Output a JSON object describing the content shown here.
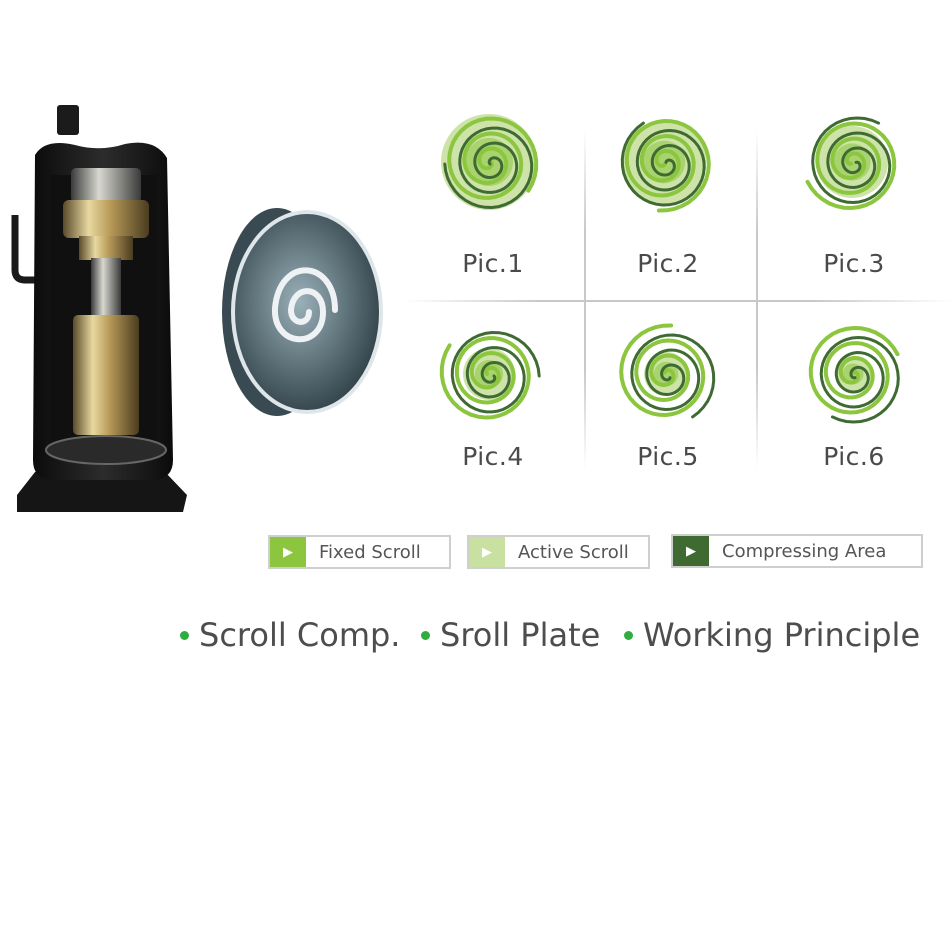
{
  "pics": [
    {
      "label": "Pic.1"
    },
    {
      "label": "Pic.2"
    },
    {
      "label": "Pic.3"
    },
    {
      "label": "Pic.4"
    },
    {
      "label": "Pic.5"
    },
    {
      "label": "Pic.6"
    }
  ],
  "legend": [
    {
      "label": "Fixed Scroll",
      "color": "#8cc63f"
    },
    {
      "label": "Active Scroll",
      "color": "#c8e0a0"
    },
    {
      "label": "Compressing Area",
      "color": "#3f6b32"
    }
  ],
  "captions": [
    {
      "label": "Scroll Comp."
    },
    {
      "label": "Sroll Plate"
    },
    {
      "label": "Working Principle"
    }
  ],
  "colors": {
    "fixed": "#8cc63f",
    "active": "#c8e0a0",
    "dark": "#3f6b32",
    "bullet": "#2fae3f"
  }
}
